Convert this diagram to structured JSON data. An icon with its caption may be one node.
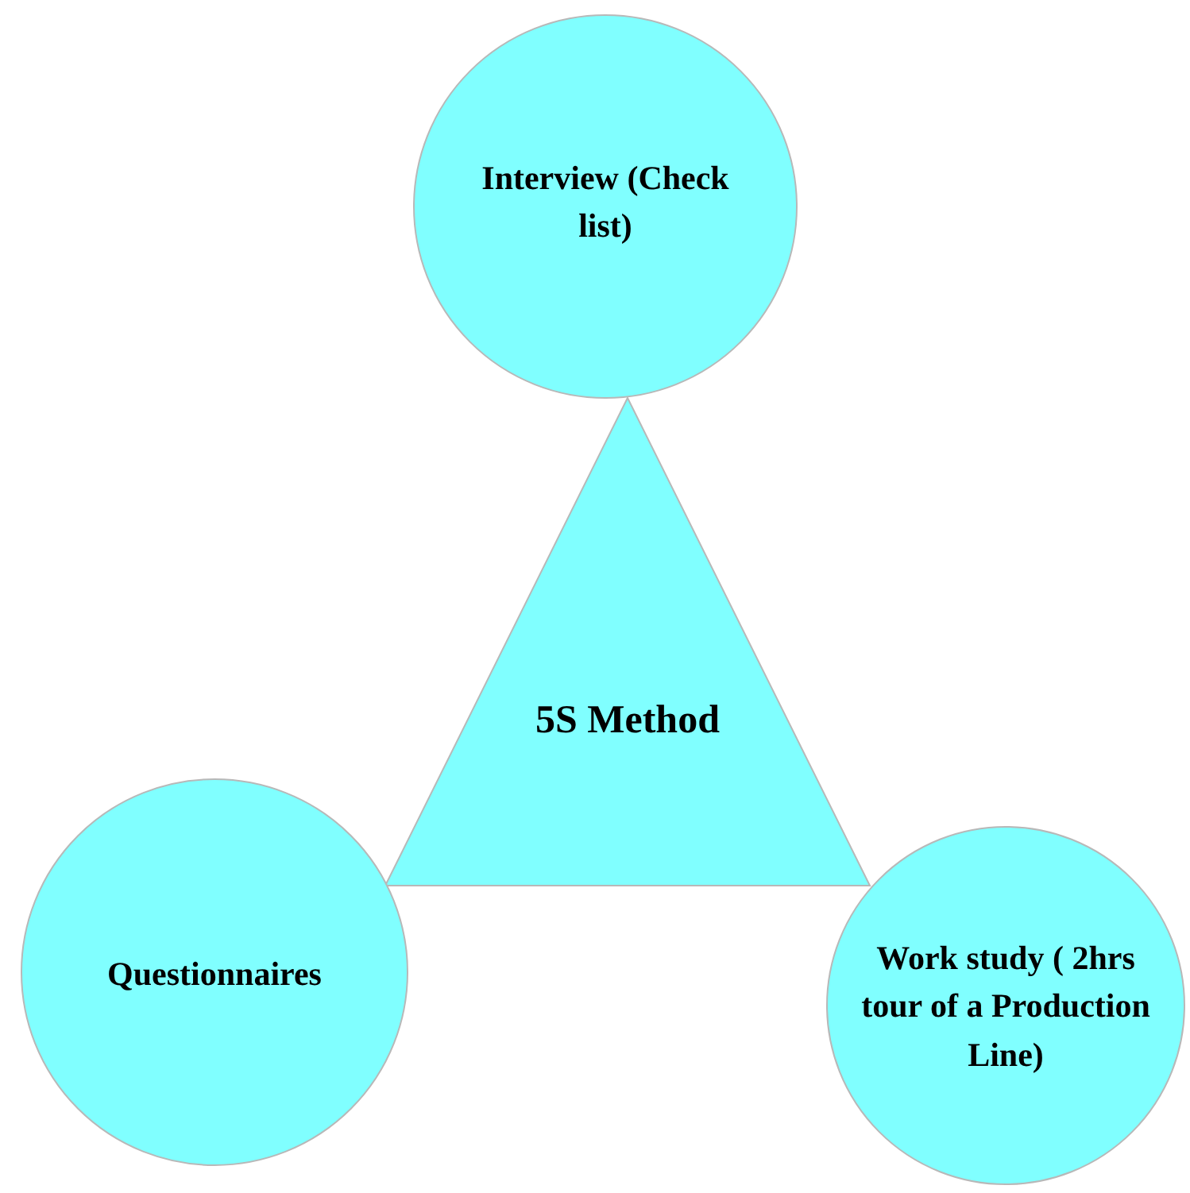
{
  "diagram": {
    "nodes": [
      {
        "text": [
          "Interview (Check list)"
        ]
      },
      {
        "text": [
          "5S Method"
        ]
      },
      {
        "text": [
          "Questionnaires"
        ]
      },
      {
        "text": [
          "Work study ( 2hrs tour of a Production Line)"
        ]
      }
    ],
    "edges": []
  }
}
